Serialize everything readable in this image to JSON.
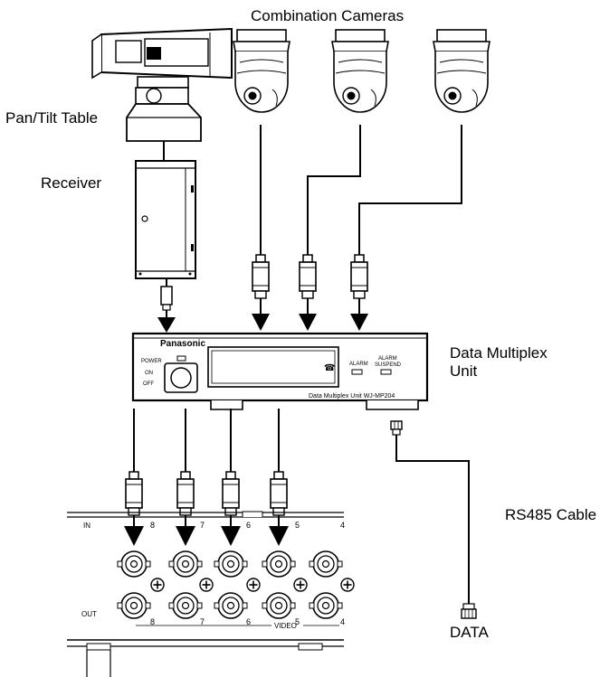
{
  "labels": {
    "combination_cameras": "Combination Cameras",
    "pan_tilt_table": "Pan/Tilt Table",
    "receiver": "Receiver",
    "data_multiplex_unit_line1": "Data Multiplex",
    "data_multiplex_unit_line2": "Unit",
    "rs485_cable": "RS485 Cable",
    "data": "DATA"
  },
  "device": {
    "brand": "Panasonic",
    "power": "POWER",
    "on": "ON",
    "off": "OFF",
    "alarm": "ALARM",
    "alarm_suspend_line1": "ALARM",
    "alarm_suspend_line2": "SUSPEND",
    "model_label": "Data Multiplex Unit  WJ-MP204"
  },
  "panel": {
    "in_label": "IN",
    "out_label": "OUT",
    "video_label": "VIDEO",
    "channel_numbers": [
      "8",
      "7",
      "6",
      "5",
      "4"
    ]
  }
}
